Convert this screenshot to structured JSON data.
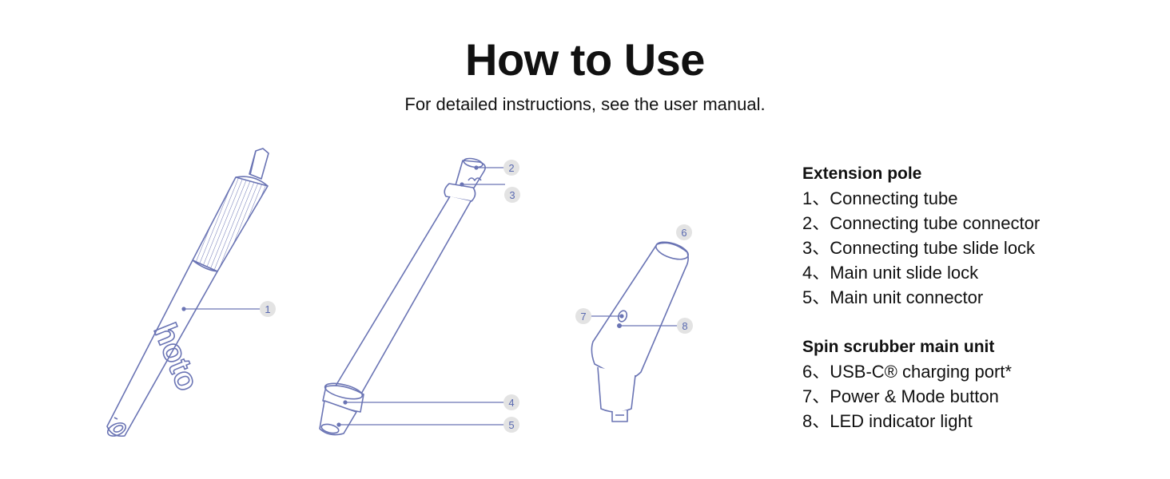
{
  "header": {
    "title": "How to Use",
    "subtitle": "For detailed instructions, see the user manual."
  },
  "brand_text": "hoto",
  "colors": {
    "line": "#6a74b4",
    "callout_fill": "#e3e3e3",
    "callout_text": "#5a6ab0",
    "text": "#111111"
  },
  "callouts": [
    "1",
    "2",
    "3",
    "4",
    "5",
    "6",
    "7",
    "8"
  ],
  "legend": {
    "extension_pole": {
      "title": "Extension pole",
      "items": [
        "1、Connecting tube",
        "2、Connecting tube connector",
        "3、Connecting tube slide lock",
        "4、Main unit slide lock",
        "5、Main unit connector"
      ]
    },
    "main_unit": {
      "title": "Spin scrubber main unit",
      "items": [
        "6、USB-C® charging port*",
        "7、Power & Mode button",
        "8、LED indicator light"
      ]
    }
  }
}
